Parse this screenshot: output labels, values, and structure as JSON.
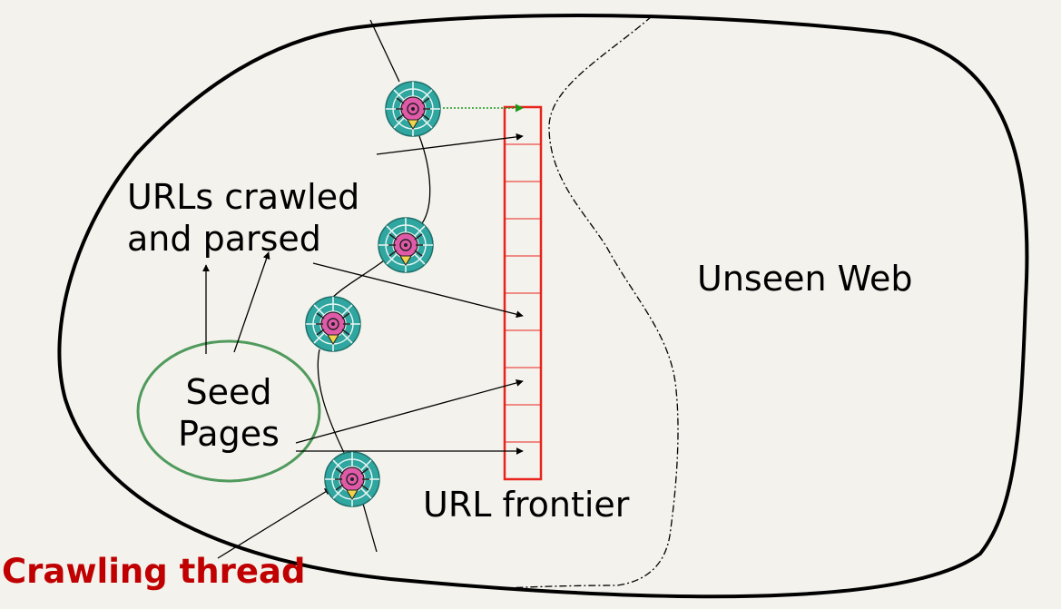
{
  "labels": {
    "urls_crawled_line1": "URLs crawled",
    "urls_crawled_line2": "and parsed",
    "seed_line1": "Seed",
    "seed_line2": "Pages",
    "unseen_web": "Unseen Web",
    "url_frontier": "URL frontier",
    "crawling_thread": "Crawling thread"
  },
  "colors": {
    "background": "#f3f2ec",
    "frontier": "#e8241c",
    "seed_ellipse": "#4f9a5c",
    "crawling_thread": "#c00000",
    "spider_teal": "#2fa6a0",
    "spider_pink": "#e05aa8",
    "pointer_green": "#1b9a1b"
  },
  "frontier": {
    "slots": 10
  },
  "icons": [
    "spider-web-icon",
    "spider-web-icon",
    "spider-web-icon",
    "spider-web-icon"
  ]
}
